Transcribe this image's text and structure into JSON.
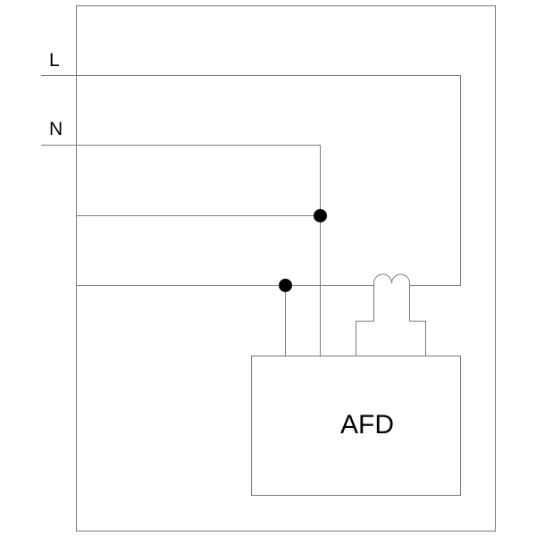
{
  "labels": {
    "line": "L",
    "neutral": "N",
    "device": "AFD"
  },
  "colors": {
    "wire": "#7a7a7a",
    "junction": "#000000",
    "text": "#000000"
  }
}
